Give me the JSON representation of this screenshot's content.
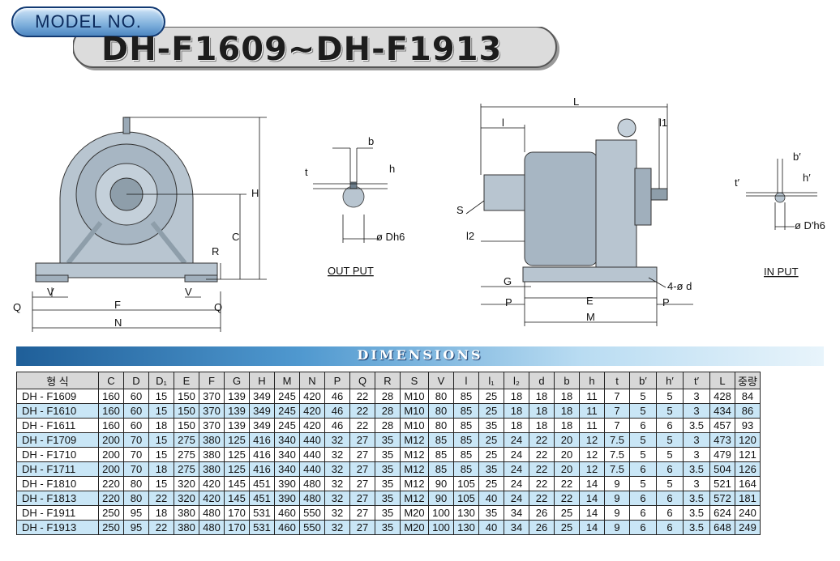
{
  "header": {
    "model_label": "MODEL NO.",
    "title": "DH-F1609~DH-F1913"
  },
  "drawing": {
    "front": {
      "labels": {
        "H": "H",
        "C": "C",
        "R": "R",
        "V_left": "V",
        "V_right": "V",
        "Q_left": "Q",
        "Q_right": "Q",
        "F": "F",
        "N": "N"
      }
    },
    "output": {
      "labels": {
        "b": "b",
        "t": "t",
        "h": "h",
        "dia": "ø Dh6",
        "caption": "OUT PUT"
      }
    },
    "side": {
      "labels": {
        "L": "L",
        "l": "l",
        "l1": "l1",
        "l2": "l2",
        "S": "S",
        "G": "G",
        "E": "E",
        "P_left": "P",
        "P_right": "P",
        "M": "M",
        "holes": "4-ø d"
      }
    },
    "input": {
      "labels": {
        "b": "b′",
        "t": "t′",
        "h": "h′",
        "dia": "ø D′h6",
        "caption": "IN PUT"
      }
    }
  },
  "dimensions": {
    "title": "DIMENSIONS",
    "columns": [
      "형 식",
      "C",
      "D",
      "D₁",
      "E",
      "F",
      "G",
      "H",
      "M",
      "N",
      "P",
      "Q",
      "R",
      "S",
      "V",
      "l",
      "l₁",
      "l₂",
      "d",
      "b",
      "h",
      "t",
      "b′",
      "h′",
      "t′",
      "L",
      "중량"
    ],
    "rows": [
      [
        "DH - F1609",
        "160",
        "60",
        "15",
        "150",
        "370",
        "139",
        "349",
        "245",
        "420",
        "46",
        "22",
        "28",
        "M10",
        "80",
        "85",
        "25",
        "18",
        "18",
        "18",
        "11",
        "7",
        "5",
        "5",
        "3",
        "428",
        "84"
      ],
      [
        "DH - F1610",
        "160",
        "60",
        "15",
        "150",
        "370",
        "139",
        "349",
        "245",
        "420",
        "46",
        "22",
        "28",
        "M10",
        "80",
        "85",
        "25",
        "18",
        "18",
        "18",
        "11",
        "7",
        "5",
        "5",
        "3",
        "434",
        "86"
      ],
      [
        "DH - F1611",
        "160",
        "60",
        "18",
        "150",
        "370",
        "139",
        "349",
        "245",
        "420",
        "46",
        "22",
        "28",
        "M10",
        "80",
        "85",
        "35",
        "18",
        "18",
        "18",
        "11",
        "7",
        "6",
        "6",
        "3.5",
        "457",
        "93"
      ],
      [
        "DH - F1709",
        "200",
        "70",
        "15",
        "275",
        "380",
        "125",
        "416",
        "340",
        "440",
        "32",
        "27",
        "35",
        "M12",
        "85",
        "85",
        "25",
        "24",
        "22",
        "20",
        "12",
        "7.5",
        "5",
        "5",
        "3",
        "473",
        "120"
      ],
      [
        "DH - F1710",
        "200",
        "70",
        "15",
        "275",
        "380",
        "125",
        "416",
        "340",
        "440",
        "32",
        "27",
        "35",
        "M12",
        "85",
        "85",
        "25",
        "24",
        "22",
        "20",
        "12",
        "7.5",
        "5",
        "5",
        "3",
        "479",
        "121"
      ],
      [
        "DH - F1711",
        "200",
        "70",
        "18",
        "275",
        "380",
        "125",
        "416",
        "340",
        "440",
        "32",
        "27",
        "35",
        "M12",
        "85",
        "85",
        "35",
        "24",
        "22",
        "20",
        "12",
        "7.5",
        "6",
        "6",
        "3.5",
        "504",
        "126"
      ],
      [
        "DH - F1810",
        "220",
        "80",
        "15",
        "320",
        "420",
        "145",
        "451",
        "390",
        "480",
        "32",
        "27",
        "35",
        "M12",
        "90",
        "105",
        "25",
        "24",
        "22",
        "22",
        "14",
        "9",
        "5",
        "5",
        "3",
        "521",
        "164"
      ],
      [
        "DH - F1813",
        "220",
        "80",
        "22",
        "320",
        "420",
        "145",
        "451",
        "390",
        "480",
        "32",
        "27",
        "35",
        "M12",
        "90",
        "105",
        "40",
        "24",
        "22",
        "22",
        "14",
        "9",
        "6",
        "6",
        "3.5",
        "572",
        "181"
      ],
      [
        "DH - F1911",
        "250",
        "95",
        "18",
        "380",
        "480",
        "170",
        "531",
        "460",
        "550",
        "32",
        "27",
        "35",
        "M20",
        "100",
        "130",
        "35",
        "34",
        "26",
        "25",
        "14",
        "9",
        "6",
        "6",
        "3.5",
        "624",
        "240"
      ],
      [
        "DH - F1913",
        "250",
        "95",
        "22",
        "380",
        "480",
        "170",
        "531",
        "460",
        "550",
        "32",
        "27",
        "35",
        "M20",
        "100",
        "130",
        "40",
        "34",
        "26",
        "25",
        "14",
        "9",
        "6",
        "6",
        "3.5",
        "648",
        "249"
      ]
    ],
    "highlight_rows": [
      1,
      3,
      5,
      7,
      9
    ]
  }
}
